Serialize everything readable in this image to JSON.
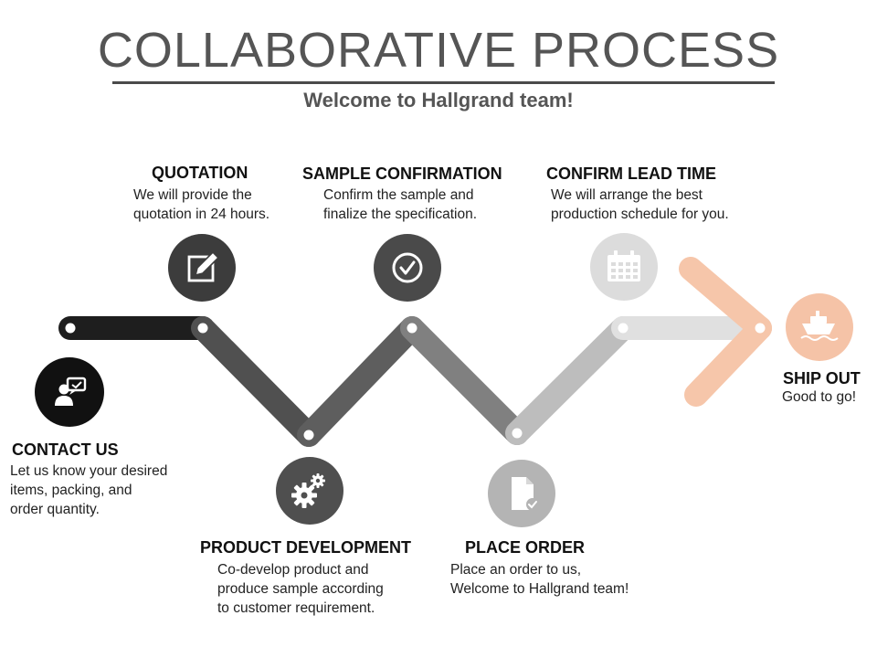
{
  "header": {
    "title": "COLLABORATIVE PROCESS",
    "subtitle": "Welcome to Hallgrand team!"
  },
  "steps": [
    {
      "title": "CONTACT US",
      "desc": [
        "Let us know your desired",
        "items, packing, and",
        "order quantity."
      ],
      "icon": "contact-chat-icon",
      "color": "#111111"
    },
    {
      "title": "QUOTATION",
      "desc": [
        "We will provide the",
        "quotation in 24 hours."
      ],
      "icon": "edit-icon",
      "color": "#3c3c3c"
    },
    {
      "title": "PRODUCT DEVELOPMENT",
      "desc": [
        "Co-develop product and",
        "produce sample according",
        "to customer requirement."
      ],
      "icon": "gears-icon",
      "color": "#4f4f4f"
    },
    {
      "title": "SAMPLE CONFIRMATION",
      "desc": [
        "Confirm the sample and",
        "finalize the specification."
      ],
      "icon": "check-circle-icon",
      "color": "#4a4a4a"
    },
    {
      "title": "PLACE ORDER",
      "desc": [
        "Place an order to us,",
        "Welcome to Hallgrand team!"
      ],
      "icon": "document-check-icon",
      "color": "#b4b4b4"
    },
    {
      "title": "CONFIRM LEAD TIME",
      "desc": [
        "We will arrange the best",
        "production schedule for you."
      ],
      "icon": "calendar-icon",
      "color": "#dcdcdc"
    },
    {
      "title": "SHIP OUT",
      "desc": [
        "Good to go!"
      ],
      "icon": "ship-icon",
      "color": "#f5c3a7"
    }
  ],
  "colors": {
    "segments": [
      "#1e1e1e",
      "#505050",
      "#5e5e5e",
      "#808080",
      "#bdbdbd",
      "#e0e0e0"
    ],
    "arrow": "#f6c6aa",
    "title_text": "#555555"
  }
}
